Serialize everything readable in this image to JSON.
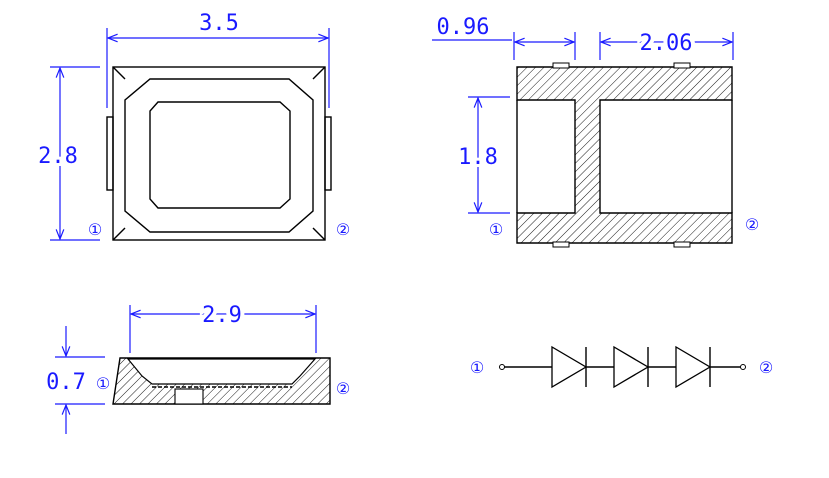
{
  "top_view": {
    "width_label": "3.5",
    "height_label": "2.8",
    "pin1": "①",
    "pin2": "②"
  },
  "bottom_view": {
    "left_label": "0.96",
    "right_label": "2.06",
    "height_label": "1.8",
    "pin1": "①",
    "pin2": "②"
  },
  "side_view": {
    "width_label": "2.9",
    "height_label": "0.7",
    "pin1": "①",
    "pin2": "②"
  },
  "schematic": {
    "pin1": "①",
    "pin2": "②",
    "diode_count": 3
  }
}
